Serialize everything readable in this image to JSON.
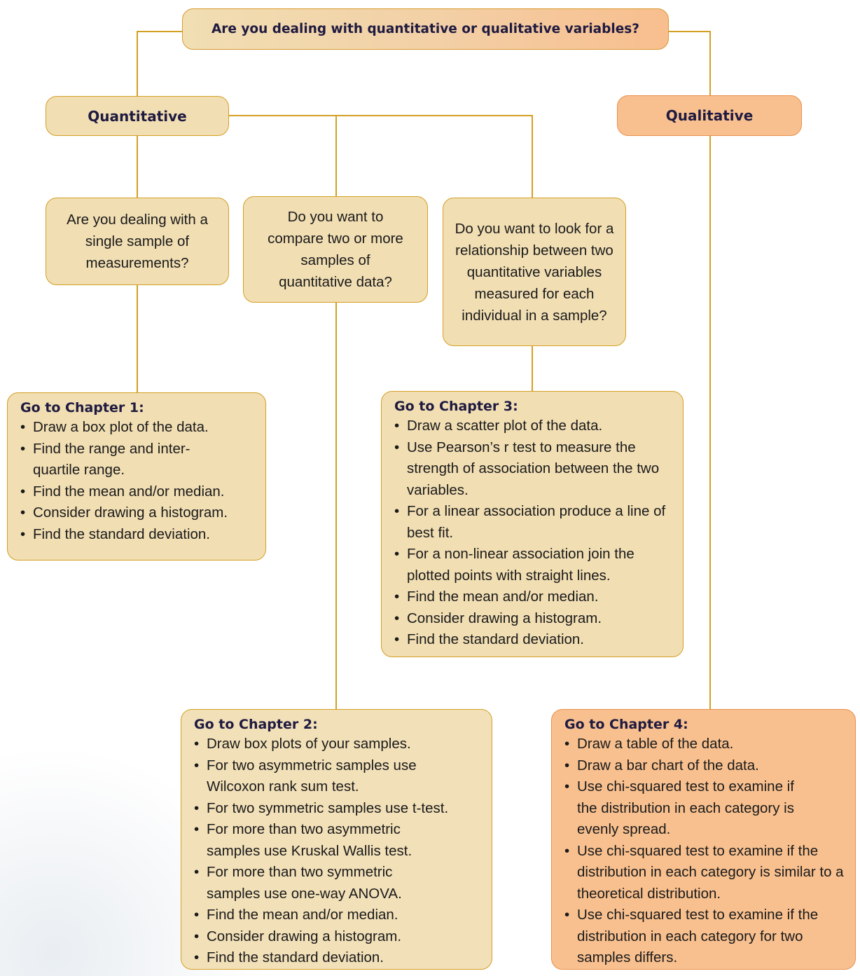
{
  "top_question": "Are you dealing with quantitative or qualitative variables?",
  "branches": {
    "quantitative": "Quantitative",
    "qualitative": "Qualitative"
  },
  "questions": {
    "single_sample": "Are you dealing with a single sample of measurements?",
    "compare_samples": "Do you want to compare two or more samples of quantitative data?",
    "relationship": "Do you want to look for a relationship between two quantitative variables measured for each individual in a sample?"
  },
  "chapters": {
    "ch1": {
      "title": "Go to Chapter 1:",
      "items": [
        "Draw a box plot of the data.",
        "Find the range and inter-quartile range.",
        "Find the mean and/or median.",
        "Consider drawing a histogram.",
        "Find the standard deviation."
      ]
    },
    "ch2": {
      "title": "Go to Chapter 2:",
      "items": [
        "Draw box plots of your samples.",
        "For two asymmetric samples use Wilcoxon rank sum test.",
        "For two symmetric samples use t-test.",
        "For more than two asymmetric samples use Kruskal Wallis test.",
        "For more than two symmetric samples use one-way ANOVA.",
        "Find the mean and/or median.",
        "Consider drawing a histogram.",
        "Find the standard deviation."
      ]
    },
    "ch3": {
      "title": "Go to Chapter 3:",
      "items": [
        "Draw a scatter plot of the data.",
        "Use Pearson’s r test to measure the strength of association between the two variables.",
        "For a linear association produce a line of best fit.",
        "For a non-linear association join the plotted points with straight lines.",
        "Find the mean and/or median.",
        "Consider drawing a histogram.",
        "Find the standard deviation."
      ]
    },
    "ch4": {
      "title": "Go to Chapter 4:",
      "items": [
        "Draw a table of the data.",
        "Draw a bar chart of the data.",
        "Use chi-squared test to examine if the distribution in each category is evenly spread.",
        "Use chi-squared test to examine if the distribution in each category is similar to a theoretical distribution.",
        "Use chi-squared test to examine if the distribution in each category for two samples differs."
      ]
    }
  },
  "colors": {
    "tan_fill": "#f1deb3",
    "tan_border": "#d4a024",
    "orange_fill": "#f8c08f",
    "orange_border": "#e9904c",
    "connector": "#d4a024"
  }
}
